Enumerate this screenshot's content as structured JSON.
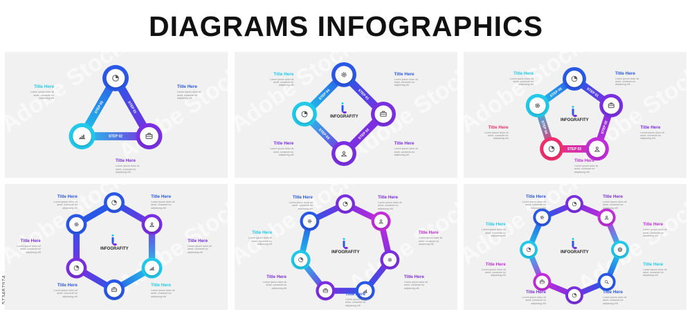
{
  "headline": "DIAGRAMS INFOGRAPHICS",
  "side_code": "573487974",
  "watermark": "Adobe Stock",
  "brand": "INFOGRAFITY",
  "item_title": "Title Here",
  "item_desc": "Lorem ipsum dolor sit amet, consecte tur adipiscing elit",
  "colors": {
    "blue": "#2a58e6",
    "cyan": "#22c9ea",
    "purple": "#7a2fe0",
    "magenta": "#c02ed8",
    "pink": "#ee2f6e"
  },
  "steps": [
    "STEP 01",
    "STEP 02",
    "STEP 03",
    "STEP 04",
    "STEP 05"
  ],
  "icons": [
    "pie-chart-icon",
    "briefcase-icon",
    "bar-chart-icon",
    "gear-icon",
    "user-icon",
    "globe-icon",
    "search-icon"
  ],
  "panels": [
    {
      "steps": 3,
      "titles": [
        "Title Here",
        "Title Here",
        "Title Here"
      ]
    },
    {
      "steps": 4,
      "titles": [
        "Title Here",
        "Title Here",
        "Title Here",
        "Title Here"
      ]
    },
    {
      "steps": 5,
      "titles": [
        "Title Here",
        "Title Here",
        "Title Here",
        "Title Here",
        "Title Here"
      ]
    },
    {
      "steps": 6,
      "titles": [
        "Title Here",
        "Title Here",
        "Title Here",
        "Title Here",
        "Title Here",
        "Title Here"
      ]
    },
    {
      "steps": 7,
      "titles": [
        "Title Here",
        "Title Here",
        "Title Here",
        "Title Here",
        "Title Here",
        "Title Here",
        "Title Here"
      ]
    },
    {
      "steps": 8,
      "titles": [
        "Title Here",
        "Title Here",
        "Title Here",
        "Title Here",
        "Title Here",
        "Title Here",
        "Title Here",
        "Title Here"
      ]
    }
  ]
}
